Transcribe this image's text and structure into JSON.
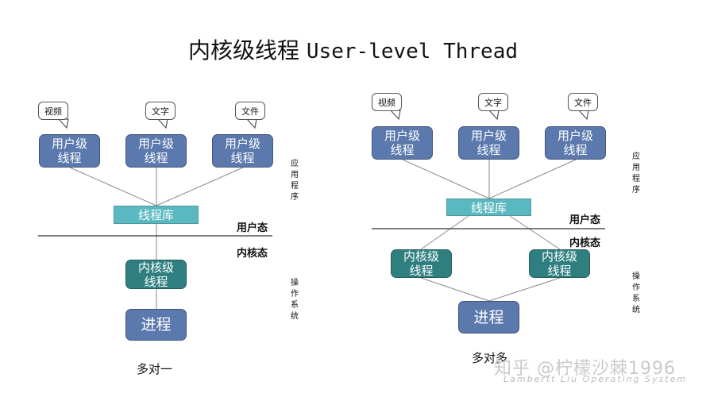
{
  "title": {
    "cn": "内核级线程",
    "en": "User-level Thread"
  },
  "left": {
    "bubbles": [
      "视频",
      "文字",
      "文件"
    ],
    "user_threads": [
      "用户级\n线程",
      "用户级\n线程",
      "用户级\n线程"
    ],
    "library": "线程库",
    "user_mode": "用户态",
    "kernel_mode": "内核态",
    "kernel_thread": "内核级\n线程",
    "process": "进程",
    "caption": "多对一",
    "side_app": "应用程序",
    "side_os": "操作系统"
  },
  "right": {
    "bubbles": [
      "视频",
      "文字",
      "文件"
    ],
    "user_threads": [
      "用户级\n线程",
      "用户级\n线程",
      "用户级\n线程"
    ],
    "library": "线程库",
    "user_mode": "用户态",
    "kernel_mode": "内核态",
    "kernel_threads": [
      "内核级\n线程",
      "内核级\n线程"
    ],
    "process": "进程",
    "caption": "多对多",
    "side_app": "应用程序",
    "side_os": "操作系统"
  },
  "watermark": {
    "main": "知乎 @柠檬沙棘1996",
    "sub": "Lambertt Liu  Operating System"
  },
  "colors": {
    "user_thread": "#5b79ad",
    "kernel_thread": "#2f7f80",
    "library": "#5ab9c0"
  }
}
